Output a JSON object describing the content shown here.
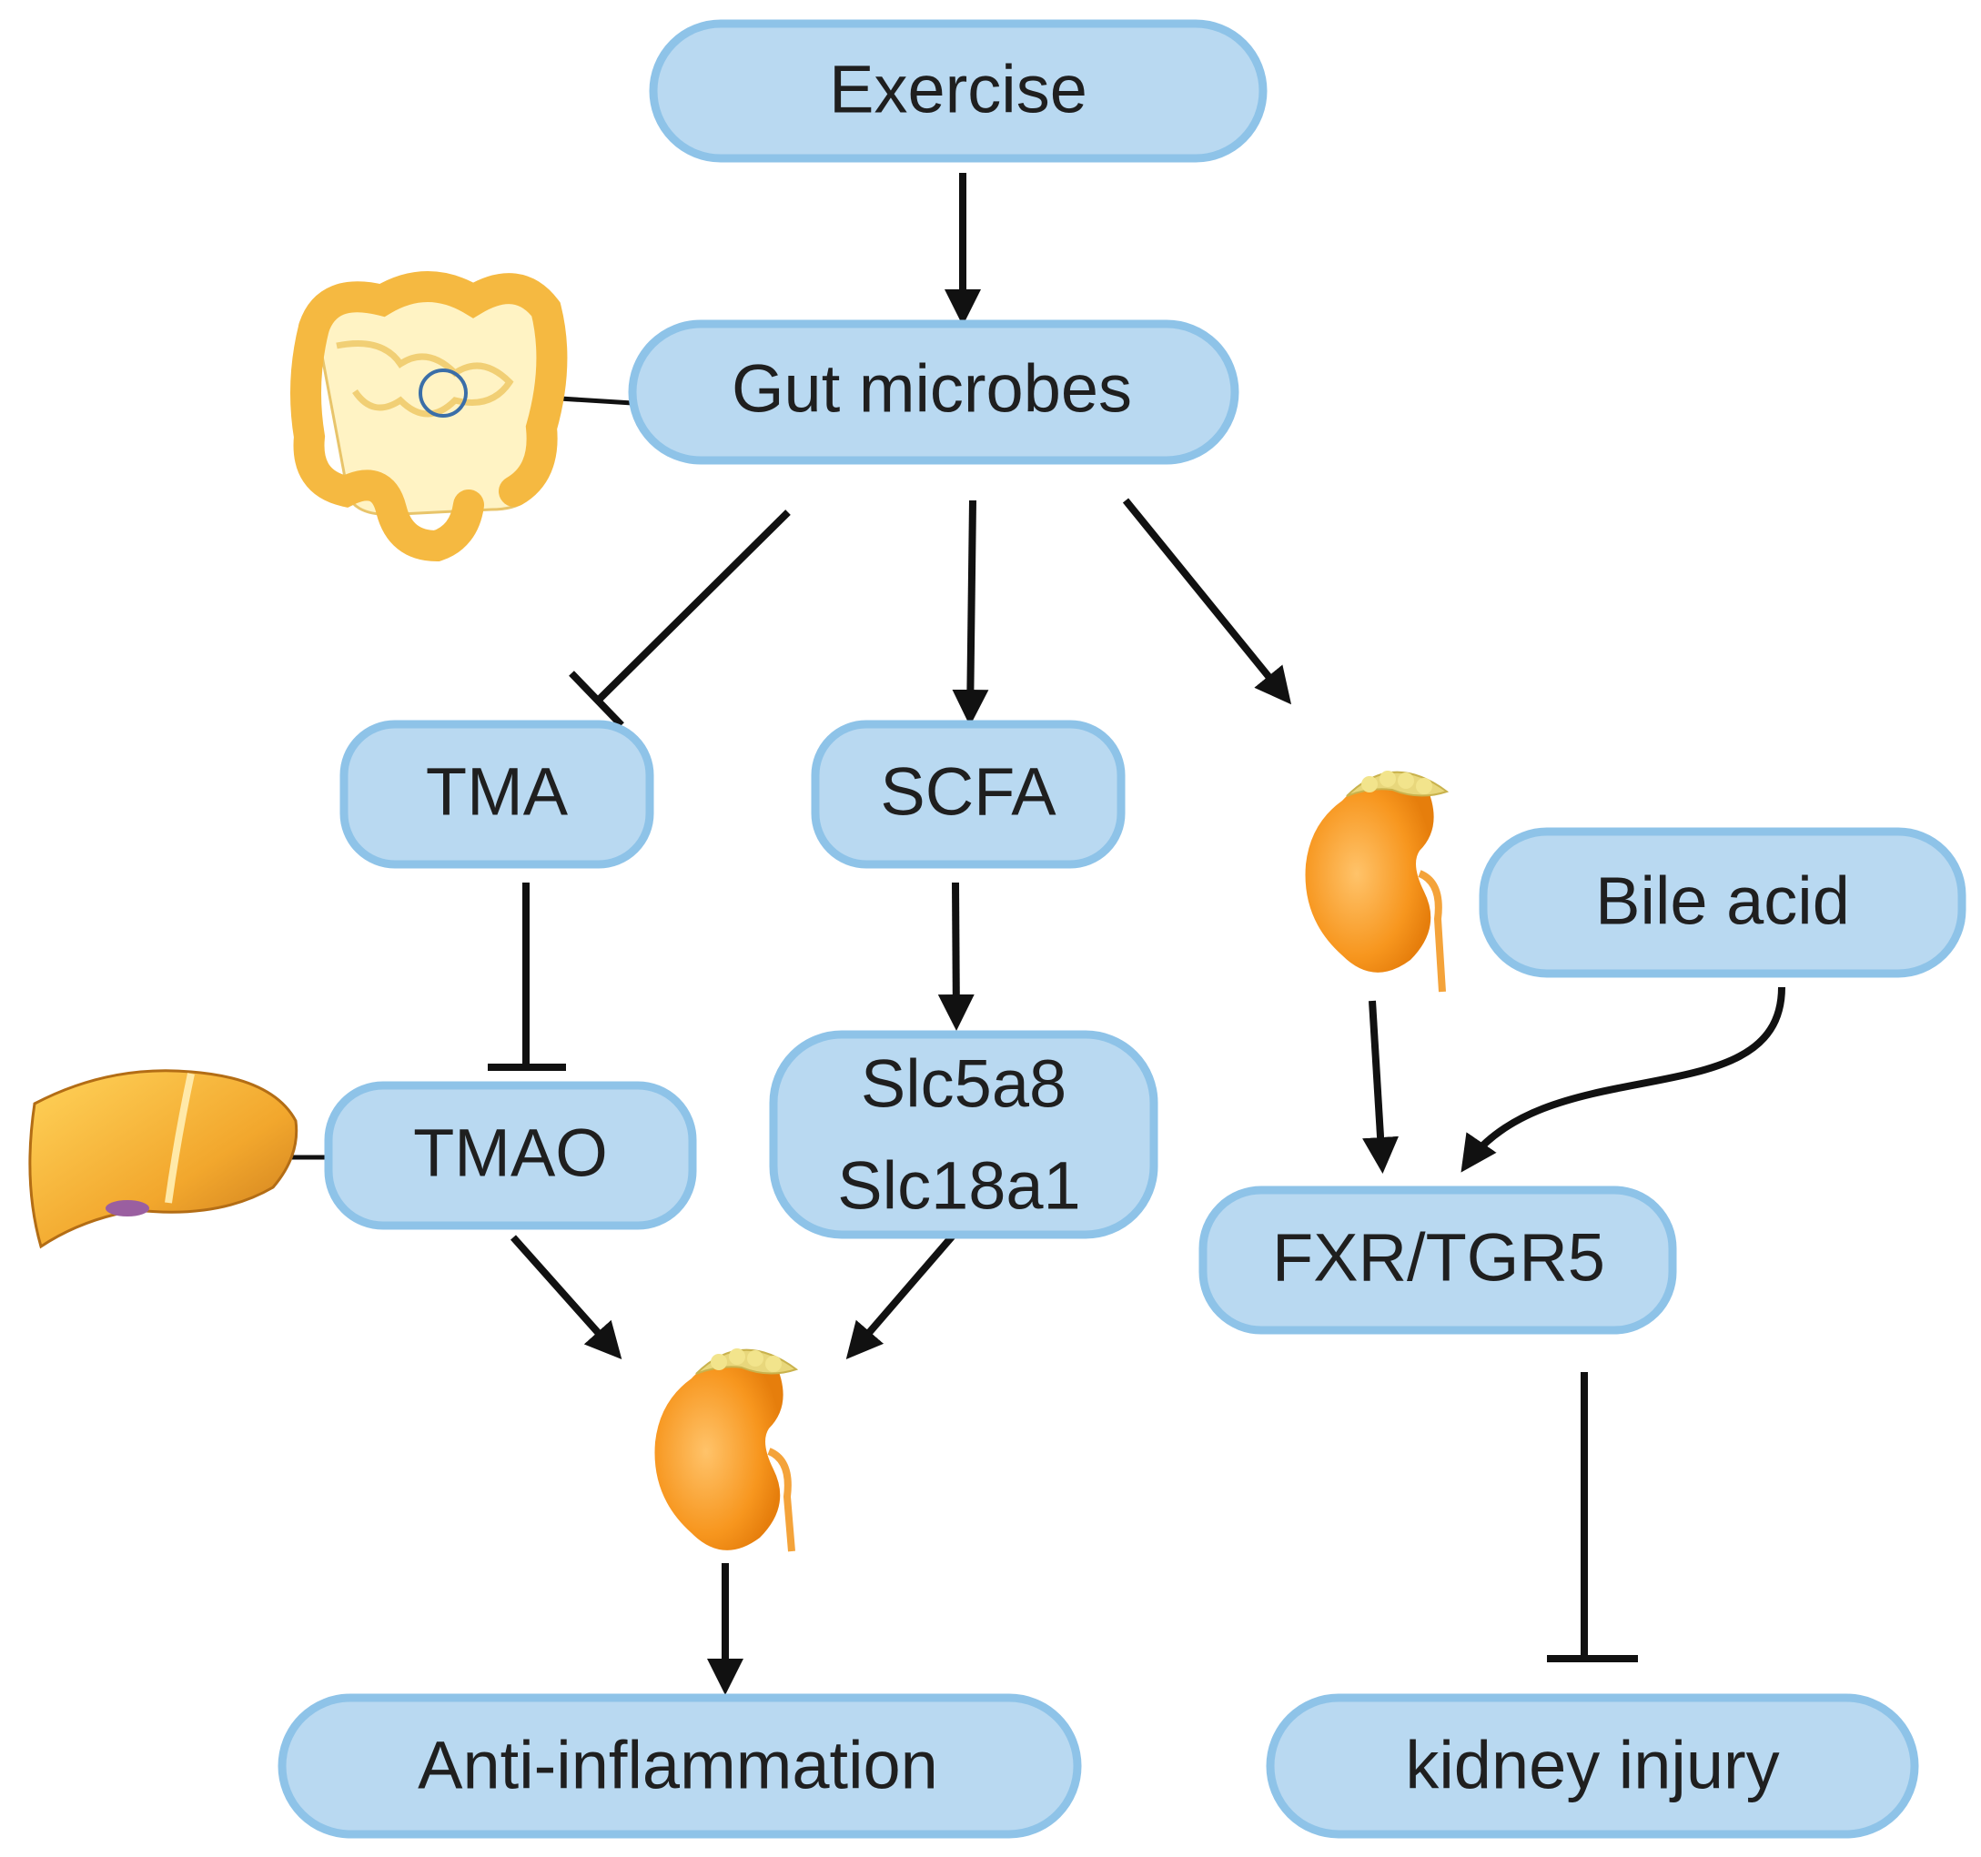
{
  "nodes": {
    "exercise": "Exercise",
    "gut_microbes": "Gut microbes",
    "tma": "TMA",
    "scfa": "SCFA",
    "tmao": "TMAO",
    "slc": [
      "Slc5a8",
      "Slc18a1"
    ],
    "bile_acid": "Bile acid",
    "fxr_tgr5": "FXR/TGR5",
    "anti_inflammation": "Anti-inflammation",
    "kidney_injury": "kidney injury"
  },
  "icons": [
    "intestine-icon",
    "liver-icon",
    "kidney-icon"
  ],
  "colors": {
    "node_fill": "#b9d9f1",
    "node_border": "#8ec3e8",
    "arrow": "#111111",
    "organ_orange": "#f5a623",
    "intestine": "#f6c04a"
  }
}
